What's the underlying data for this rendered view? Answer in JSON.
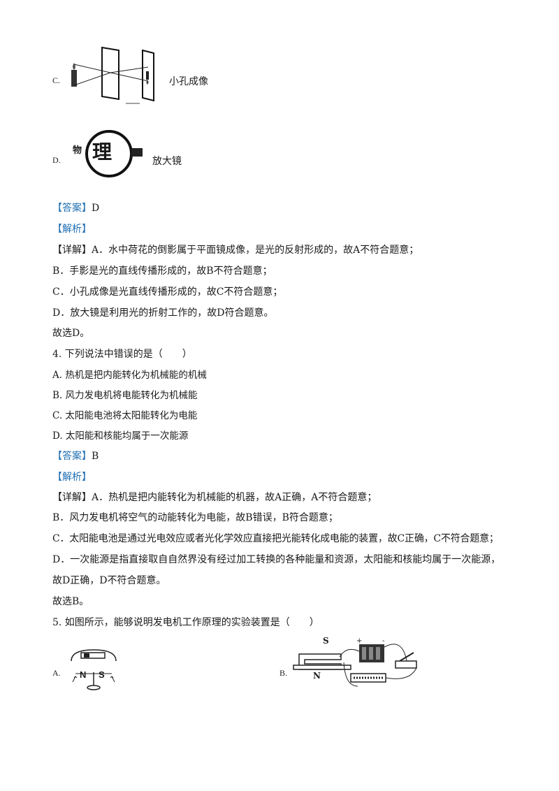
{
  "option_c": {
    "letter": "C.",
    "caption": "小孔成像"
  },
  "option_d": {
    "letter": "D.",
    "caption": "放大镜",
    "lens_text_small": "物",
    "lens_text_big": "理"
  },
  "q3": {
    "answer_tag": "【答案】",
    "answer_value": "D",
    "analysis_tag": "【解析】",
    "detail_tag": "【详解】",
    "lines": [
      "A．水中荷花的倒影属于平面镜成像，是光的反射形成的，故A不符合题意；",
      "B．手影是光的直线传播形成的，故B不符合题意；",
      "C．小孔成像是光直线传播形成的，故C不符合题意；",
      "D．放大镜是利用光的折射工作的，故D符合题意。",
      "故选D。"
    ]
  },
  "q4": {
    "stem": "4. 下列说法中错误的是（　　）",
    "options": [
      "A.  热机是把内能转化为机械能的机械",
      "B.  风力发电机将电能转化为机械能",
      "C.  太阳能电池将太阳能转化为电能",
      "D.  太阳能和核能均属于一次能源"
    ],
    "answer_tag": "【答案】",
    "answer_value": "B",
    "analysis_tag": "【解析】",
    "detail_tag": "【详解】",
    "lines": [
      "A．热机是把内能转化为机械能的机器，故A正确，A不符合题意；",
      "B．风力发电机将空气的动能转化为电能，故B错误，B符合题意；",
      "C．太阳能电池是通过光电效应或者光化学效应直接把光能转化成电能的装置，故C正确，C不符合题意；",
      "D．一次能源是指直接取自自然界没有经过加工转换的各种能量和资源，太阳能和核能均属于一次能源，",
      "故D正确，D不符合题意。",
      "故选B。"
    ]
  },
  "q5": {
    "stem": "5. 如图所示，能够说明发电机工作原理的实验装置是（　　）",
    "option_a_letter": "A.",
    "option_b_letter": "B.",
    "fig_a_labels": {
      "n": "N",
      "s": "S"
    },
    "fig_b_labels": {
      "s": "S",
      "n": "N",
      "plus": "+",
      "minus": "-"
    }
  }
}
